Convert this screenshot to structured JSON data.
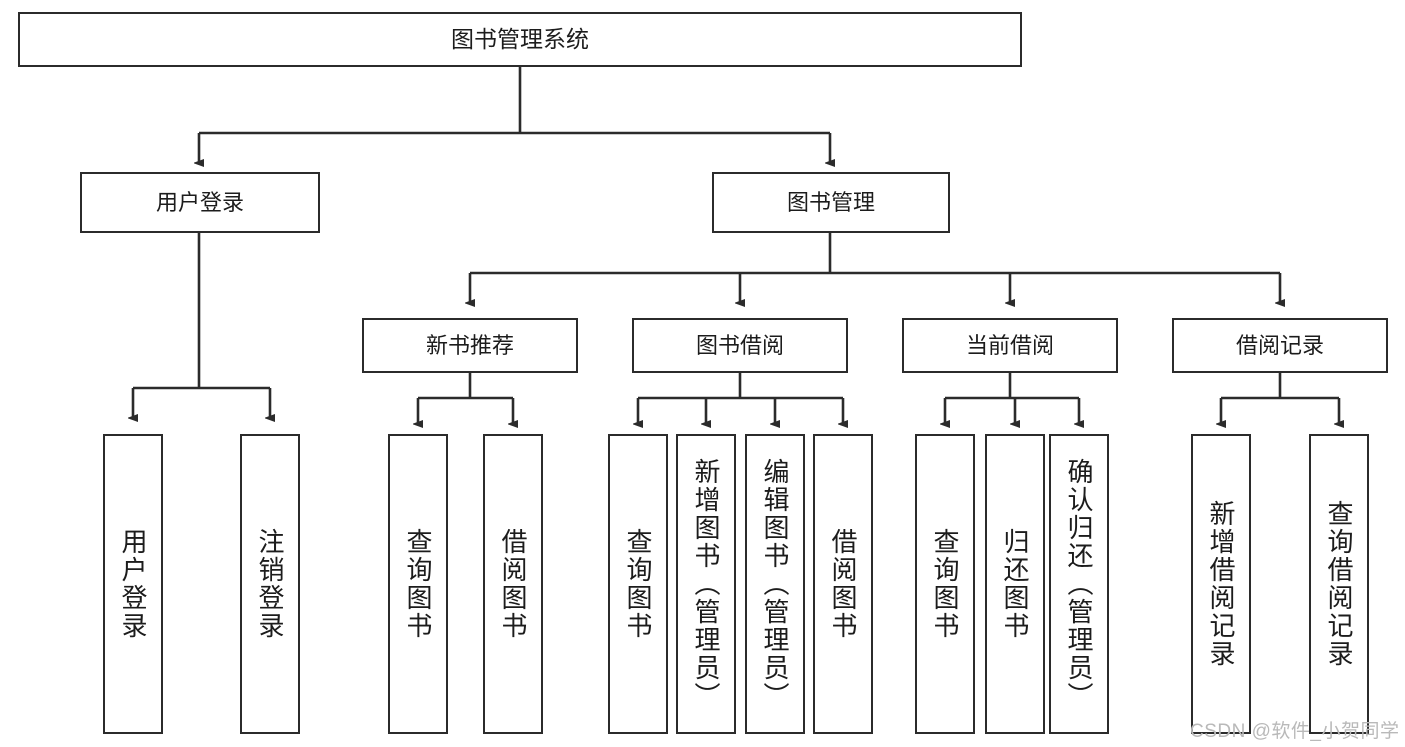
{
  "diagram": {
    "type": "tree-hierarchy-chart",
    "title": "图书管理系统",
    "colors": {
      "box_border": "#2b2b2b",
      "box_fill": "#ffffff",
      "line": "#2b2b2b",
      "text": "#1c1c1c",
      "watermark": "#b9b9b9",
      "background": "#ffffff"
    },
    "levels": {
      "level1": {
        "label": "图书管理系统"
      },
      "level2": [
        {
          "label": "用户登录"
        },
        {
          "label": "图书管理"
        }
      ],
      "level3": [
        {
          "label": "新书推荐"
        },
        {
          "label": "图书借阅"
        },
        {
          "label": "当前借阅"
        },
        {
          "label": "借阅记录"
        }
      ],
      "leaves": {
        "user_login": [
          {
            "label": "用户登录"
          },
          {
            "label": "注销登录"
          }
        ],
        "new_book_recommend": [
          {
            "label": "查询图书"
          },
          {
            "label": "借阅图书"
          }
        ],
        "book_borrow": [
          {
            "label": "查询图书"
          },
          {
            "label": "新增图书（管理员）"
          },
          {
            "label": "编辑图书（管理员）"
          },
          {
            "label": "借阅图书"
          }
        ],
        "current_borrow": [
          {
            "label": "查询图书"
          },
          {
            "label": "归还图书"
          },
          {
            "label": "确认归还（管理员）"
          }
        ],
        "borrow_record": [
          {
            "label": "新增借阅记录"
          },
          {
            "label": "查询借阅记录"
          }
        ]
      }
    }
  },
  "watermark": {
    "text": "CSDN @软件_小贺同学"
  }
}
